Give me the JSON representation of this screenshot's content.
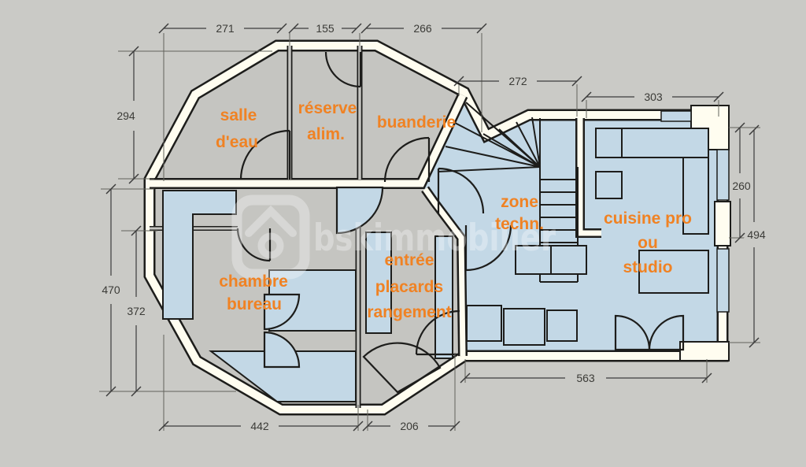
{
  "title": "floor-plan",
  "rooms": {
    "salle_eau_l1": "salle",
    "salle_eau_l2": "d'eau",
    "reserve_l1": "réserve",
    "reserve_l2": "alim.",
    "buanderie_l1": "buanderie",
    "chambre_l1": "chambre",
    "chambre_l2": "bureau",
    "entree_l1": "entrée",
    "entree_l2": "placards",
    "entree_l3": "rangement",
    "zone_l1": "zone",
    "zone_l2": "techn.",
    "cuisine_l1": "cuisine pro",
    "cuisine_l2": "ou",
    "cuisine_l3": "studio"
  },
  "dims": {
    "top_a": "271",
    "top_b": "155",
    "top_c": "266",
    "left_a": "294",
    "left_b": "470",
    "left_c": "372",
    "bottom_a": "442",
    "bottom_b": "206",
    "bottom_c": "563",
    "neck": "272",
    "ext_top": "303",
    "right_a": "260",
    "right_b": "494"
  },
  "watermark": {
    "text": "bskimmobilier"
  },
  "colors": {
    "background": "#cacac6",
    "floor_gray": "#c5c5c1",
    "wall_fill": "#fffdf0",
    "line": "#1d1d1b",
    "zone_blue": "#c3d8e6",
    "dim_line": "#3c3c3c",
    "label_orange": "#F08223",
    "watermark": "#ffffff"
  }
}
